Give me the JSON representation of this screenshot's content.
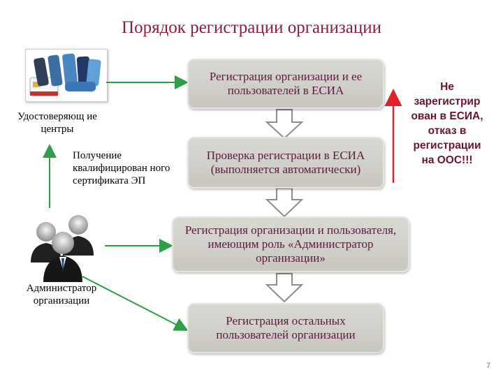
{
  "title": "Порядок регистрации организации",
  "boxes": {
    "step1": "Регистрация организации и ее пользователей в ЕСИА",
    "step2": "Проверка регистрации в ЕСИА (выполняется автоматически)",
    "step3": "Регистрация организации и пользователя, имеющим роль «Администратор организации»",
    "step4": "Регистрация остальных пользователей организации"
  },
  "labels": {
    "cert_centers": "Удостоверяющ ие центры",
    "get_cert": "Получение квалифицирован ного сертификата ЭП",
    "org_admin": "Администратор организации"
  },
  "side_note": "Не зарегистрир ован в ЕСИА, отказ в регистрации на ООС!!!",
  "page_number": "7",
  "colors": {
    "title": "#8b1f3f",
    "arrow_green": "#2e9e4a",
    "arrow_red": "#e0202a",
    "box_fill": "#cfcdc6"
  }
}
